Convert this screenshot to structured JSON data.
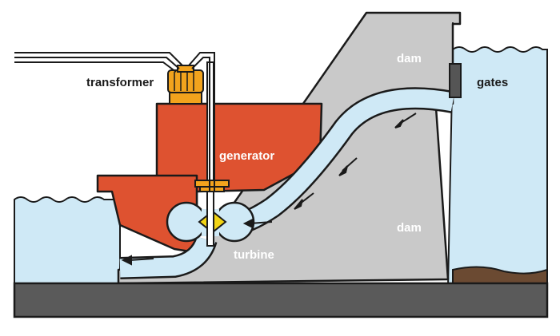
{
  "labels": {
    "transformer": "transformer",
    "generator": "generator",
    "turbine": "turbine",
    "dam_top": "dam",
    "dam_bottom": "dam",
    "gates": "gates"
  },
  "colors": {
    "water": "#cfe9f6",
    "dam": "#c9c9c9",
    "ground": "#5a5a5a",
    "generator": "#de5230",
    "transformer": "#f2a31d",
    "turbine_blades": "#f2d414",
    "outline": "#1a1a1a",
    "sediment": "#6b4a32"
  }
}
